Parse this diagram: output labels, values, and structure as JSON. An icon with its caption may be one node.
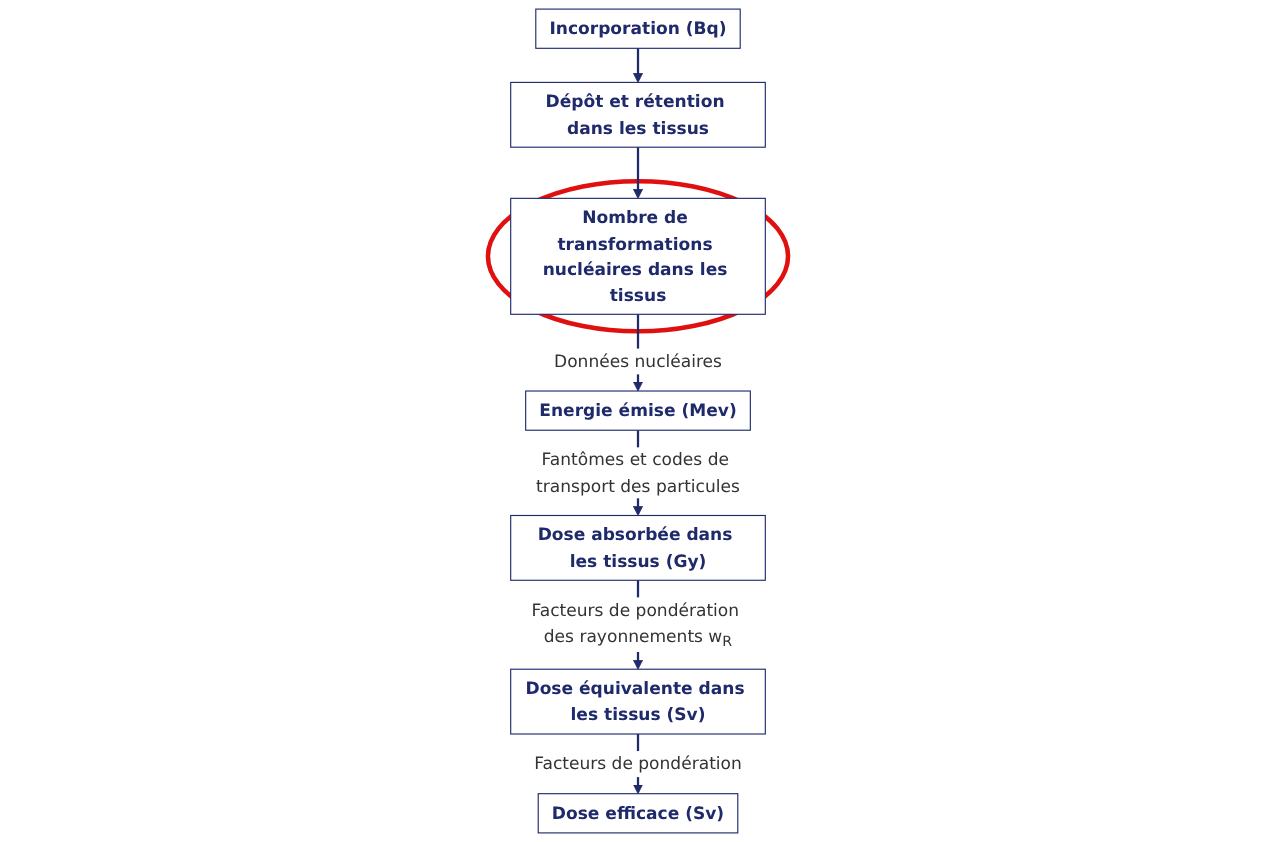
{
  "diagram": {
    "nodes": [
      {
        "text": [
          "Incorporation (Bq)"
        ]
      },
      {
        "text": [
          "Dépôt et rétention dans les tissus"
        ]
      },
      {
        "text": [],
        "shape": "ellipse"
      },
      {
        "text": [
          "Nombre de transformations nucléaires dans les tissus"
        ],
        "in": 2
      },
      {
        "text": [
          "Energie émise (Mev)"
        ]
      },
      {
        "text": [
          "Dose absorbée dans les tissus (Gy)"
        ]
      },
      {
        "text": [
          "Dose équivalente dans les tissus (Sv)"
        ]
      },
      {
        "text": [
          "Dose efficace (Sv)"
        ]
      }
    ],
    "edges": [
      {
        "from": 0,
        "to": 1,
        "arrow": "to"
      },
      {
        "from": 1,
        "to": 3,
        "arrow": "to"
      },
      {
        "from": 3,
        "to": 4,
        "arrow": "to",
        "label": "Données nucléaires"
      },
      {
        "from": 4,
        "to": 5,
        "arrow": "to",
        "label": "Fantômes et codes de transport des particules"
      },
      {
        "from": 5,
        "to": 6,
        "arrow": "to",
        "label": "Facteurs de pondération des rayonnements w$_{R}$"
      },
      {
        "from": 6,
        "to": 7,
        "arrow": "to",
        "label": "Facteurs de pondération"
      }
    ]
  }
}
